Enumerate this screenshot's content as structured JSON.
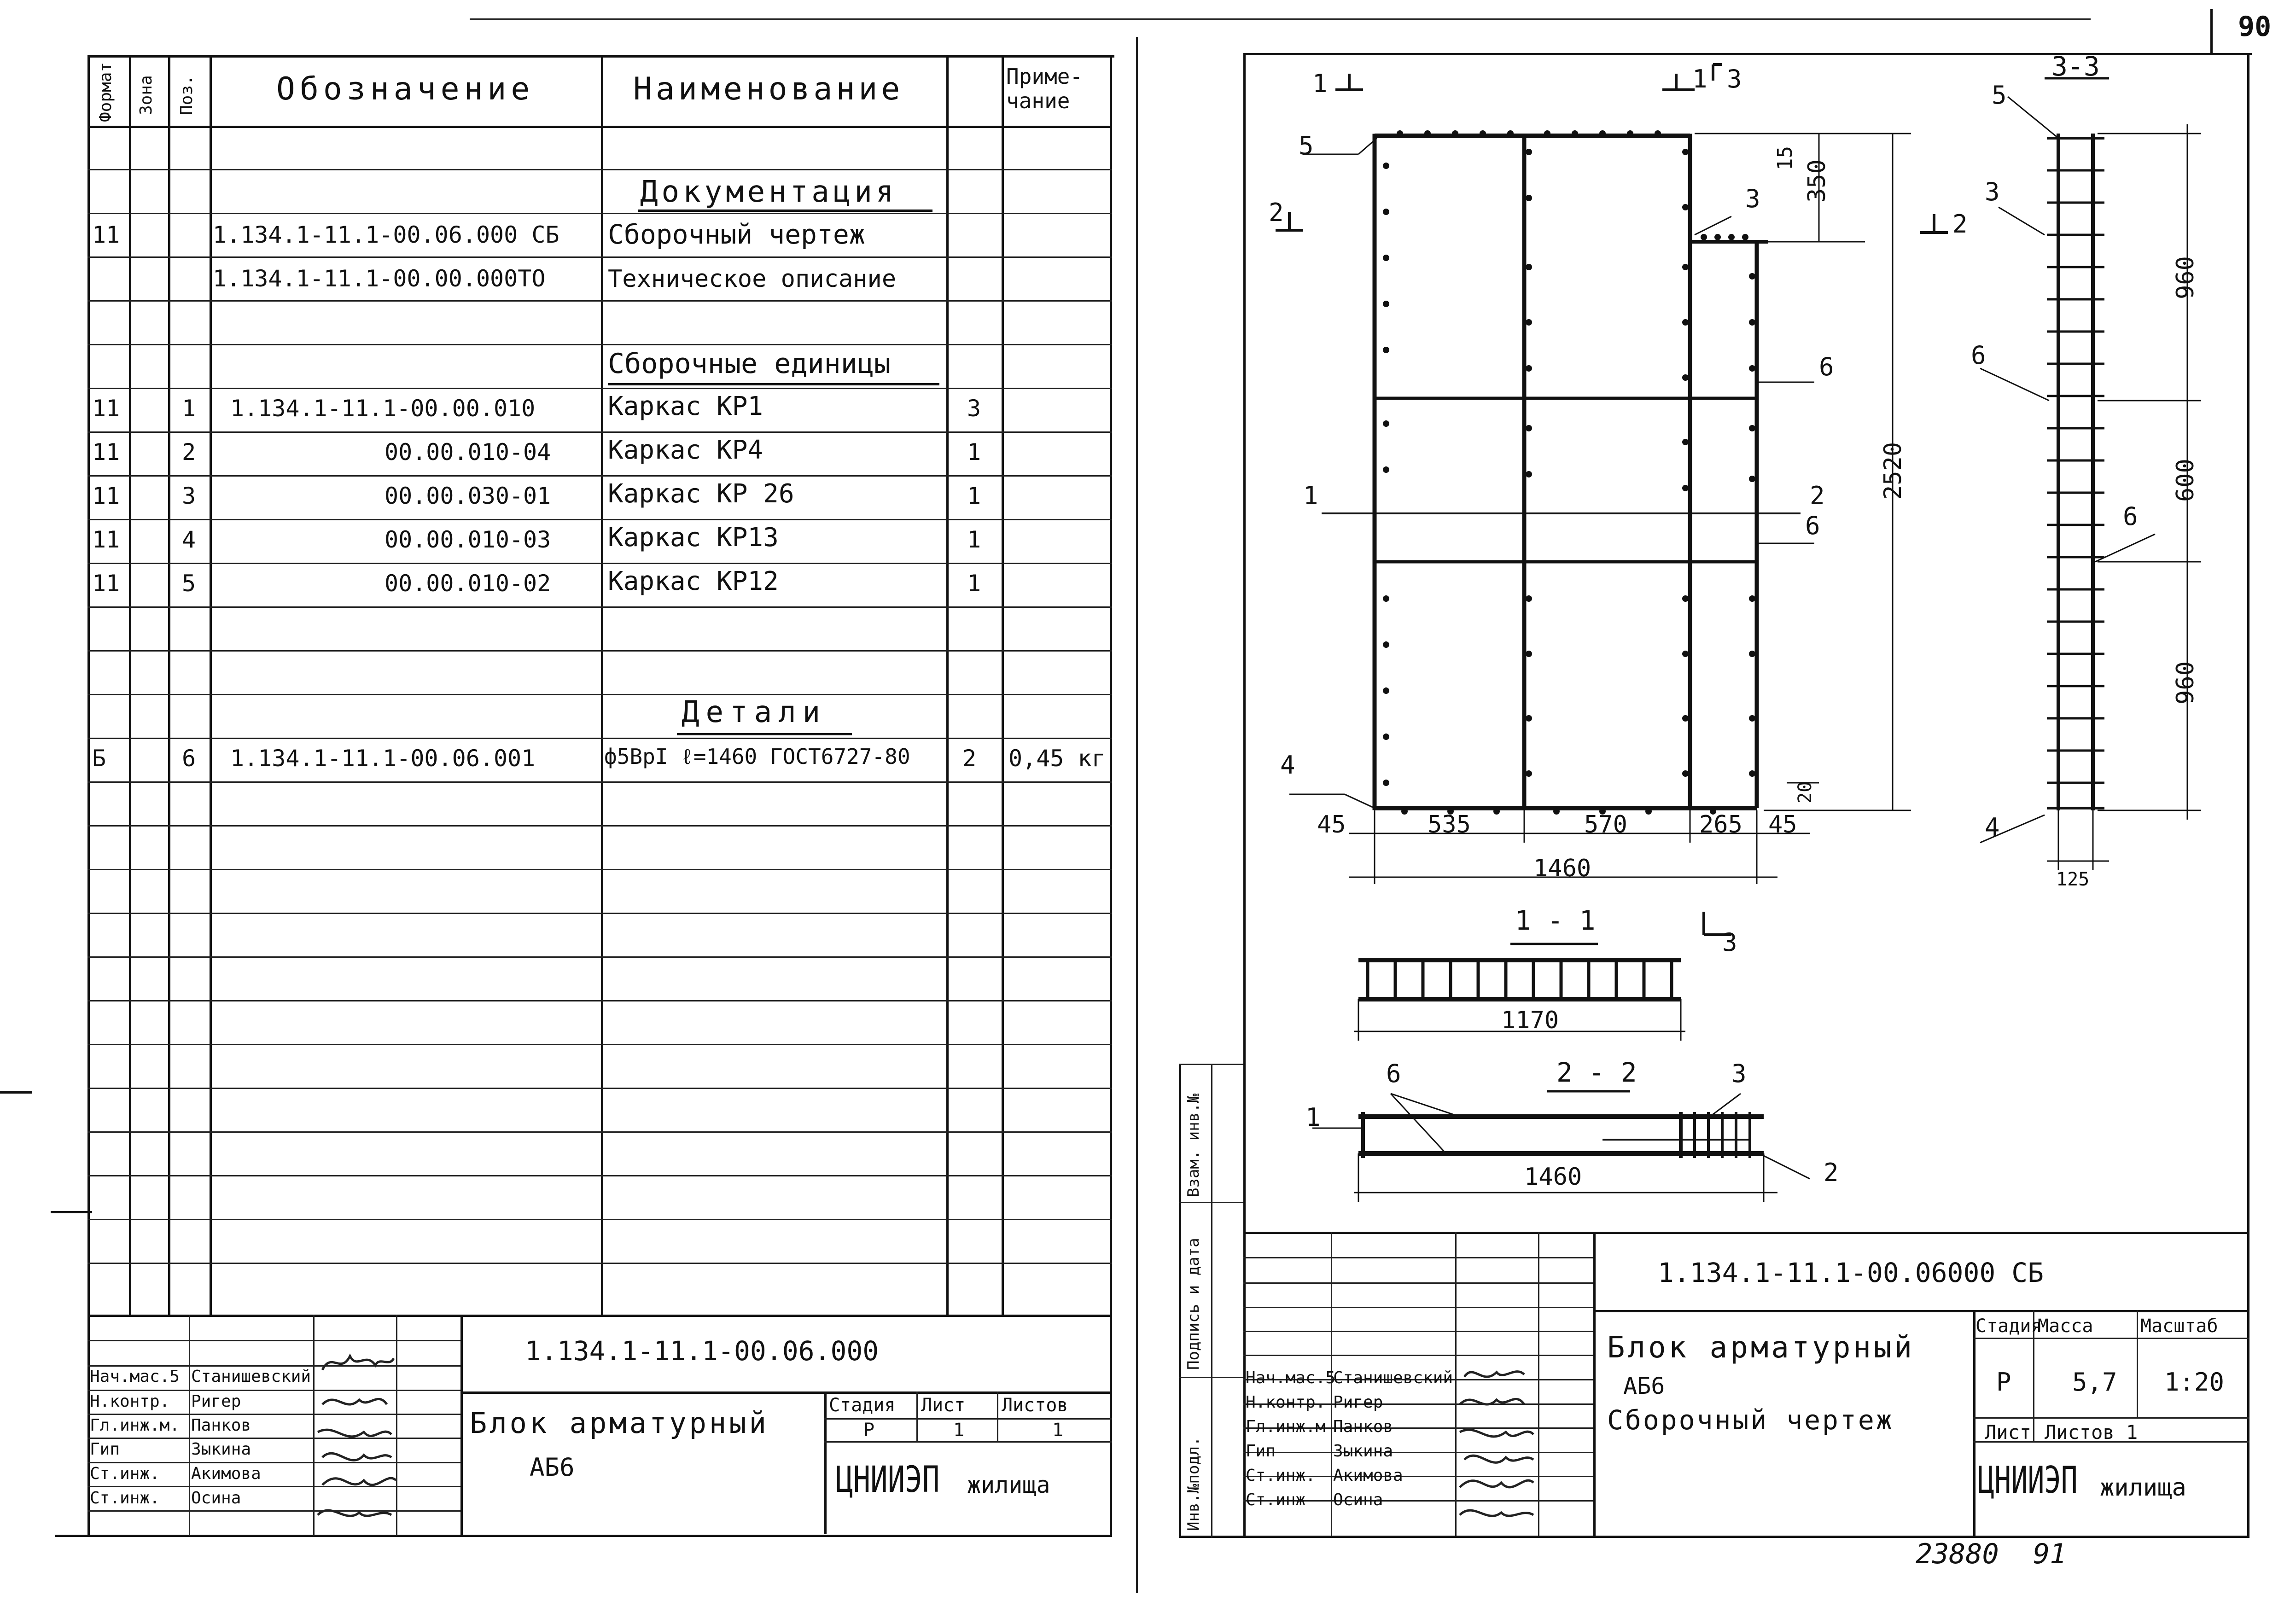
{
  "page_number": "90",
  "spec": {
    "headers": {
      "format": "Формат",
      "zone": "Зона",
      "pos": "Поз.",
      "designation": "Обозначение",
      "name": "Наименование",
      "note": "Приме-\nчание"
    },
    "sections": {
      "documentation": "Документация",
      "units": "Сборочные единицы",
      "details": "Детали"
    },
    "rows": [
      {
        "format": "11",
        "pos": "",
        "designation": "1.134.1-11.1-00.06.000 СБ",
        "name": "Сборочный чертеж",
        "qty": "",
        "note": ""
      },
      {
        "format": "",
        "pos": "",
        "designation": "1.134.1-11.1-00.00.000ТО",
        "name": "Техническое описание",
        "qty": "",
        "note": ""
      },
      {
        "format": "11",
        "pos": "1",
        "designation": "1.134.1-11.1-00.00.010",
        "name": "Каркас КР1",
        "qty": "3",
        "note": ""
      },
      {
        "format": "11",
        "pos": "2",
        "designation": "00.00.010-04",
        "name": "Каркас КР4",
        "qty": "1",
        "note": ""
      },
      {
        "format": "11",
        "pos": "3",
        "designation": "00.00.030-01",
        "name": "Каркас КР 26",
        "qty": "1",
        "note": ""
      },
      {
        "format": "11",
        "pos": "4",
        "designation": "00.00.010-03",
        "name": "Каркас КР13",
        "qty": "1",
        "note": ""
      },
      {
        "format": "11",
        "pos": "5",
        "designation": "00.00.010-02",
        "name": "Каркас КР12",
        "qty": "1",
        "note": ""
      },
      {
        "format": "Б",
        "pos": "6",
        "designation": "1.134.1-11.1-00.06.001",
        "name": "ф5ВрI ℓ=1460 ГОСТ6727-80",
        "qty": "2",
        "note": "0,45 кг"
      }
    ]
  },
  "title_block_left": {
    "code": "1.134.1-11.1-00.06.000",
    "title_line1": "Блок арматурный",
    "title_line2": "АБ6",
    "stage_header": "Стадия",
    "sheet_header": "Лист",
    "sheets_header": "Листов",
    "stage": "Р",
    "sheet": "1",
    "sheets": "1",
    "org_a": "ЦНИИЭП",
    "org_b": "жилища",
    "people": [
      {
        "role": "Нач.мас.5",
        "name": "Станишевский"
      },
      {
        "role": "Н.контр.",
        "name": "Ригер"
      },
      {
        "role": "Гл.инж.м.",
        "name": "Панков"
      },
      {
        "role": "Гип",
        "name": "Зыкина"
      },
      {
        "role": "Ст.инж.",
        "name": "Акимова"
      },
      {
        "role": "Ст.инж.",
        "name": "Осина"
      }
    ]
  },
  "title_block_right": {
    "code": "1.134.1-11.1-00.06000 СБ",
    "title_line1": "Блок арматурный",
    "title_line2": "АБ6",
    "title_line3": "Сборочный чертеж",
    "stage_header": "Стадия",
    "mass_header": "Масса",
    "scale_header": "Масштаб",
    "stage": "Р",
    "mass": "5,7",
    "scale": "1:20",
    "sheet_label": "Лист",
    "sheets_label": "Листов 1",
    "org_a": "ЦНИИЭП",
    "org_b": "жилища",
    "people": [
      {
        "role": "Нач.мас.5",
        "name": "Станишевский"
      },
      {
        "role": "Н.контр.",
        "name": "Ригер"
      },
      {
        "role": "Гл.инж.м",
        "name": "Панков"
      },
      {
        "role": "Гип",
        "name": "Зыкина"
      },
      {
        "role": "Ст.инж.",
        "name": "Акимова"
      },
      {
        "role": "Ст.инж",
        "name": "Осина"
      }
    ]
  },
  "side_stamps": {
    "inv_no": "Инв.№подл.",
    "sign_date": "Подпись и дата",
    "vzam_inv": "Взам. инв.№"
  },
  "drawing": {
    "dims": {
      "d2520": "2520",
      "d350": "350",
      "d15": "15",
      "d960a": "960",
      "d600": "600",
      "d960b": "960",
      "d20": "20",
      "d45a": "45",
      "d535": "535",
      "d570": "570",
      "d265": "265",
      "d45b": "45",
      "d1460a": "1460",
      "d1170": "1170",
      "d1460b": "1460",
      "d125": "125"
    },
    "section_labels": {
      "s11": "1 - 1",
      "s22": "2 - 2",
      "s33": "3-3"
    },
    "cut_marks": {
      "c1": "1",
      "c1b": "1",
      "c2": "2",
      "c2b": "2",
      "c3": "3",
      "c3b": "3"
    },
    "position_labels": {
      "p5": "5",
      "p3": "3",
      "p6a": "6",
      "p1": "1",
      "p2": "2",
      "p6b": "6",
      "p4": "4",
      "s3p5": "5",
      "s3p3": "3",
      "s3p6a": "6",
      "s3p6b": "6",
      "s3p4": "4",
      "s22p6": "6",
      "s22p3": "3",
      "s22p1": "1",
      "s22p2": "2"
    }
  },
  "footer": {
    "archive_no": "23880",
    "sheet_ref": "91"
  }
}
